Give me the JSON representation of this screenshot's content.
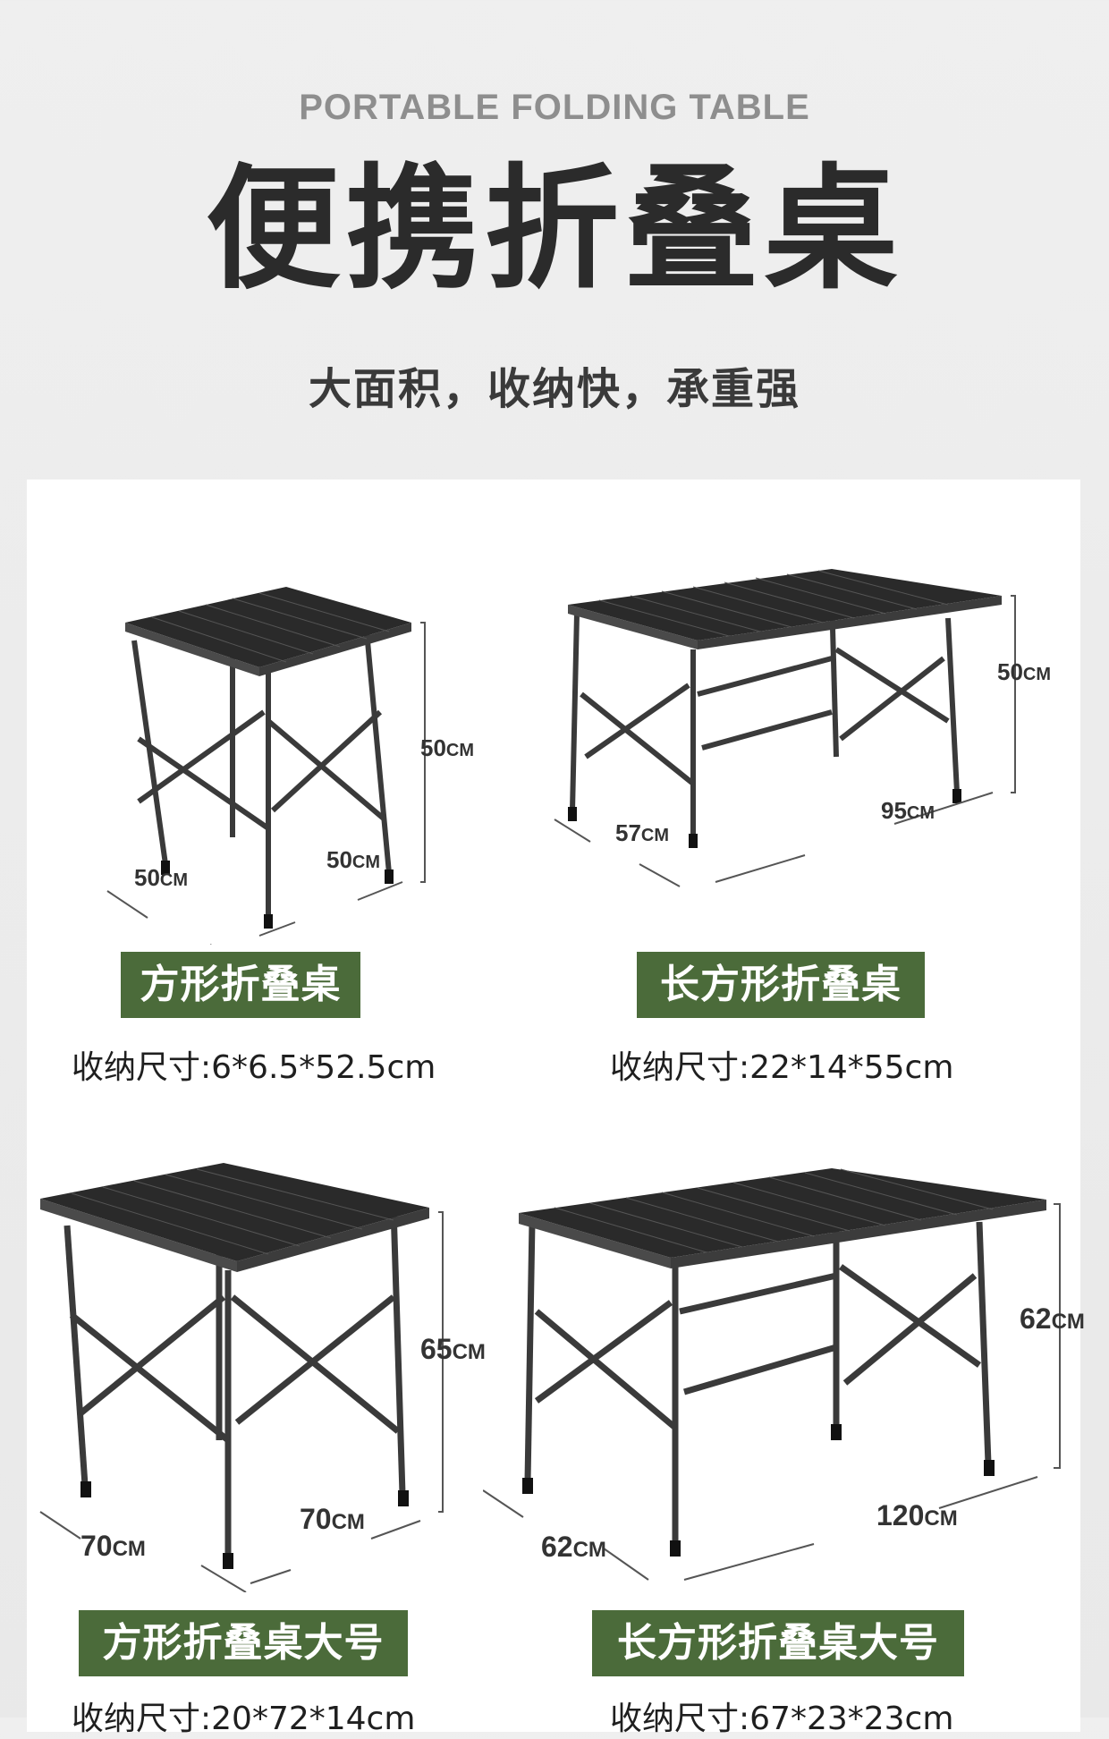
{
  "header": {
    "subtitle_en": "PORTABLE FOLDING TABLE",
    "title_cn": "便携折叠桌",
    "tagline": "大面积，收纳快，承重强"
  },
  "products": [
    {
      "name": "方形折叠桌",
      "pack_size": "收纳尺寸:6*6.5*52.5cm",
      "dims": {
        "height": "50",
        "width": "50",
        "depth": "50",
        "unit": "CM"
      }
    },
    {
      "name": "长方形折叠桌",
      "pack_size": "收纳尺寸:22*14*55cm",
      "dims": {
        "height": "50",
        "width": "95",
        "depth": "57",
        "unit": "CM"
      }
    },
    {
      "name": "方形折叠桌大号",
      "pack_size": "收纳尺寸:20*72*14cm",
      "dims": {
        "height": "65",
        "width": "70",
        "depth": "70",
        "unit": "CM"
      }
    },
    {
      "name": "长方形折叠桌大号",
      "pack_size": "收纳尺寸:67*23*23cm",
      "dims": {
        "height": "62",
        "width": "120",
        "depth": "62",
        "unit": "CM"
      }
    }
  ],
  "colors": {
    "label_bg": "#4b6b3a",
    "table": "#2a2a2a",
    "bg": "#ececec"
  }
}
